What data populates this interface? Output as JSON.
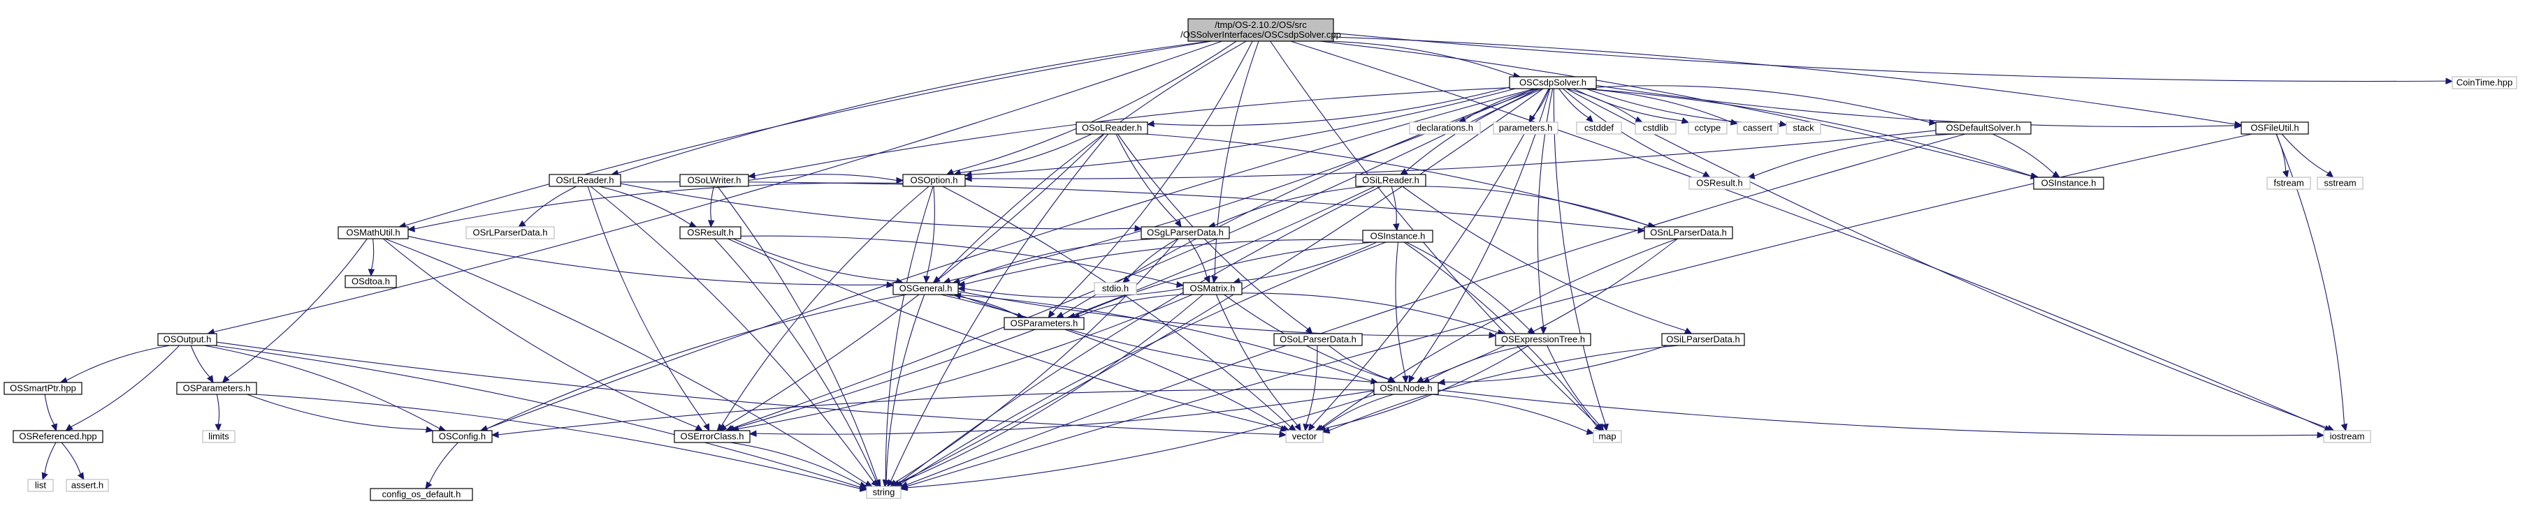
{
  "colors": {
    "edge": "#191970",
    "root_fill": "#bfbfbf",
    "node_border": "#000000",
    "external_border": "#bfbfbf"
  },
  "nodes": [
    {
      "id": "root",
      "lines": [
        "/tmp/OS-2.10.2/OS/src",
        "/OSSolverInterfaces/OSCsdpSolver.cpp"
      ],
      "kind": "root"
    },
    {
      "id": "OSCsdpSolver_h",
      "lines": [
        "OSCsdpSolver.h"
      ],
      "kind": "file"
    },
    {
      "id": "CoinTime_hpp",
      "lines": [
        "CoinTime.hpp"
      ],
      "kind": "ext"
    },
    {
      "id": "OSFileUtil_h",
      "lines": [
        "OSFileUtil.h"
      ],
      "kind": "file"
    },
    {
      "id": "OSMathUtil_h",
      "lines": [
        "OSMathUtil.h"
      ],
      "kind": "file"
    },
    {
      "id": "OSOutput_h",
      "lines": [
        "OSOutput.h"
      ],
      "kind": "file"
    },
    {
      "id": "OSrLReader_h",
      "lines": [
        "OSrLReader.h"
      ],
      "kind": "file"
    },
    {
      "id": "OSoLReader_h",
      "lines": [
        "OSoLReader.h"
      ],
      "kind": "file"
    },
    {
      "id": "OSoLWriter_h",
      "lines": [
        "OSoLWriter.h"
      ],
      "kind": "file"
    },
    {
      "id": "OSOption_h",
      "lines": [
        "OSOption.h"
      ],
      "kind": "file"
    },
    {
      "id": "OSiLReader_h",
      "lines": [
        "OSiLReader.h"
      ],
      "kind": "file"
    },
    {
      "id": "OSDefaultSolver_h",
      "lines": [
        "OSDefaultSolver.h"
      ],
      "kind": "file"
    },
    {
      "id": "OSResult_h_top",
      "lines": [
        "OSResult.h"
      ],
      "kind": "ext"
    },
    {
      "id": "OSInstance_h_top",
      "lines": [
        "OSInstance.h"
      ],
      "kind": "file"
    },
    {
      "id": "declarations_h",
      "lines": [
        "declarations.h"
      ],
      "kind": "ext"
    },
    {
      "id": "parameters_h",
      "lines": [
        "parameters.h"
      ],
      "kind": "ext"
    },
    {
      "id": "cstddef",
      "lines": [
        "cstddef"
      ],
      "kind": "ext"
    },
    {
      "id": "cstdlib",
      "lines": [
        "cstdlib"
      ],
      "kind": "ext"
    },
    {
      "id": "cctype",
      "lines": [
        "cctype"
      ],
      "kind": "ext"
    },
    {
      "id": "cassert",
      "lines": [
        "cassert"
      ],
      "kind": "ext"
    },
    {
      "id": "stack",
      "lines": [
        "stack"
      ],
      "kind": "ext"
    },
    {
      "id": "fstream",
      "lines": [
        "fstream"
      ],
      "kind": "ext"
    },
    {
      "id": "sstream",
      "lines": [
        "sstream"
      ],
      "kind": "ext"
    },
    {
      "id": "OSrLParserData_h",
      "lines": [
        "OSrLParserData.h"
      ],
      "kind": "ext"
    },
    {
      "id": "OSResult_h",
      "lines": [
        "OSResult.h"
      ],
      "kind": "file"
    },
    {
      "id": "OSgLParserData_h",
      "lines": [
        "OSgLParserData.h"
      ],
      "kind": "file"
    },
    {
      "id": "OSInstance_h",
      "lines": [
        "OSInstance.h"
      ],
      "kind": "file"
    },
    {
      "id": "OSnLParserData_h",
      "lines": [
        "OSnLParserData.h"
      ],
      "kind": "file"
    },
    {
      "id": "OSdtoa_h",
      "lines": [
        "OSdtoa.h"
      ],
      "kind": "file"
    },
    {
      "id": "OSGeneral_h",
      "lines": [
        "OSGeneral.h"
      ],
      "kind": "file"
    },
    {
      "id": "stdio_h",
      "lines": [
        "stdio.h"
      ],
      "kind": "ext"
    },
    {
      "id": "OSMatrix_h",
      "lines": [
        "OSMatrix.h"
      ],
      "kind": "file"
    },
    {
      "id": "OSParameters_h_mid",
      "lines": [
        "OSParameters.h"
      ],
      "kind": "file"
    },
    {
      "id": "OSoLParserData_h",
      "lines": [
        "OSoLParserData.h"
      ],
      "kind": "file"
    },
    {
      "id": "OSExpressionTree_h",
      "lines": [
        "OSExpressionTree.h"
      ],
      "kind": "file"
    },
    {
      "id": "OSiLParserData_h",
      "lines": [
        "OSiLParserData.h"
      ],
      "kind": "file"
    },
    {
      "id": "OSSmartPtr_hpp",
      "lines": [
        "OSSmartPtr.hpp"
      ],
      "kind": "file"
    },
    {
      "id": "OSParameters_h",
      "lines": [
        "OSParameters.h"
      ],
      "kind": "file"
    },
    {
      "id": "OSnLNode_h",
      "lines": [
        "OSnLNode.h"
      ],
      "kind": "file"
    },
    {
      "id": "OSReferenced_hpp",
      "lines": [
        "OSReferenced.hpp"
      ],
      "kind": "file"
    },
    {
      "id": "limits",
      "lines": [
        "limits"
      ],
      "kind": "ext"
    },
    {
      "id": "OSConfig_h",
      "lines": [
        "OSConfig.h"
      ],
      "kind": "file"
    },
    {
      "id": "OSErrorClass_h",
      "lines": [
        "OSErrorClass.h"
      ],
      "kind": "file"
    },
    {
      "id": "vector",
      "lines": [
        "vector"
      ],
      "kind": "ext"
    },
    {
      "id": "map",
      "lines": [
        "map"
      ],
      "kind": "ext"
    },
    {
      "id": "iostream",
      "lines": [
        "iostream"
      ],
      "kind": "ext"
    },
    {
      "id": "list",
      "lines": [
        "list"
      ],
      "kind": "ext"
    },
    {
      "id": "assert_h",
      "lines": [
        "assert.h"
      ],
      "kind": "ext"
    },
    {
      "id": "config_os_default_h",
      "lines": [
        "config_os_default.h"
      ],
      "kind": "file"
    },
    {
      "id": "string",
      "lines": [
        "string"
      ],
      "kind": "ext"
    }
  ],
  "edges": [
    [
      "root",
      "OSCsdpSolver_h"
    ],
    [
      "root",
      "CoinTime_hpp"
    ],
    [
      "root",
      "OSFileUtil_h"
    ],
    [
      "root",
      "OSMathUtil_h"
    ],
    [
      "root",
      "OSOutput_h"
    ],
    [
      "root",
      "OSrLReader_h"
    ],
    [
      "root",
      "OSOption_h"
    ],
    [
      "root",
      "OSGeneral_h"
    ],
    [
      "root",
      "OSParameters_h_mid"
    ],
    [
      "root",
      "OSMatrix_h"
    ],
    [
      "root",
      "OSInstance_h_top"
    ],
    [
      "root",
      "map"
    ],
    [
      "root",
      "iostream"
    ],
    [
      "OSCsdpSolver_h",
      "declarations_h"
    ],
    [
      "OSCsdpSolver_h",
      "parameters_h"
    ],
    [
      "OSCsdpSolver_h",
      "cstddef"
    ],
    [
      "OSCsdpSolver_h",
      "cstdlib"
    ],
    [
      "OSCsdpSolver_h",
      "cctype"
    ],
    [
      "OSCsdpSolver_h",
      "cassert"
    ],
    [
      "OSCsdpSolver_h",
      "stack"
    ],
    [
      "OSCsdpSolver_h",
      "OSDefaultSolver_h"
    ],
    [
      "OSCsdpSolver_h",
      "OSFileUtil_h"
    ],
    [
      "OSCsdpSolver_h",
      "OSInstance_h_top"
    ],
    [
      "OSCsdpSolver_h",
      "OSResult_h_top"
    ],
    [
      "OSCsdpSolver_h",
      "OSoLReader_h"
    ],
    [
      "OSCsdpSolver_h",
      "OSoLWriter_h"
    ],
    [
      "OSCsdpSolver_h",
      "OSOption_h"
    ],
    [
      "OSCsdpSolver_h",
      "OSiLReader_h"
    ],
    [
      "OSCsdpSolver_h",
      "OSGeneral_h"
    ],
    [
      "OSCsdpSolver_h",
      "OSConfig_h"
    ],
    [
      "OSCsdpSolver_h",
      "OSErrorClass_h"
    ],
    [
      "OSCsdpSolver_h",
      "OSParameters_h_mid"
    ],
    [
      "OSCsdpSolver_h",
      "OSnLNode_h"
    ],
    [
      "OSCsdpSolver_h",
      "OSExpressionTree_h"
    ],
    [
      "OSCsdpSolver_h",
      "vector"
    ],
    [
      "OSCsdpSolver_h",
      "map"
    ],
    [
      "OSCsdpSolver_h",
      "string"
    ],
    [
      "OSCsdpSolver_h",
      "iostream"
    ],
    [
      "OSFileUtil_h",
      "fstream"
    ],
    [
      "OSFileUtil_h",
      "sstream"
    ],
    [
      "OSFileUtil_h",
      "iostream"
    ],
    [
      "OSFileUtil_h",
      "string"
    ],
    [
      "OSDefaultSolver_h",
      "OSOption_h"
    ],
    [
      "OSDefaultSolver_h",
      "OSResult_h_top"
    ],
    [
      "OSDefaultSolver_h",
      "OSInstance_h_top"
    ],
    [
      "OSDefaultSolver_h",
      "string"
    ],
    [
      "OSoLReader_h",
      "OSOption_h"
    ],
    [
      "OSoLReader_h",
      "OSgLParserData_h"
    ],
    [
      "OSoLReader_h",
      "OSnLParserData_h"
    ],
    [
      "OSoLReader_h",
      "OSoLParserData_h"
    ],
    [
      "OSoLReader_h",
      "OSErrorClass_h"
    ],
    [
      "OSoLReader_h",
      "string"
    ],
    [
      "OSoLWriter_h",
      "OSOption_h"
    ],
    [
      "OSoLWriter_h",
      "OSResult_h"
    ],
    [
      "OSoLWriter_h",
      "string"
    ],
    [
      "OSrLReader_h",
      "OSrLParserData_h"
    ],
    [
      "OSrLReader_h",
      "OSResult_h"
    ],
    [
      "OSrLReader_h",
      "OSgLParserData_h"
    ],
    [
      "OSrLReader_h",
      "OSnLParserData_h"
    ],
    [
      "OSrLReader_h",
      "OSErrorClass_h"
    ],
    [
      "OSrLReader_h",
      "string"
    ],
    [
      "OSOption_h",
      "OSMathUtil_h"
    ],
    [
      "OSOption_h",
      "OSGeneral_h"
    ],
    [
      "OSOption_h",
      "OSErrorClass_h"
    ],
    [
      "OSOption_h",
      "vector"
    ],
    [
      "OSOption_h",
      "string"
    ],
    [
      "OSiLReader_h",
      "OSInstance_h"
    ],
    [
      "OSiLReader_h",
      "OSgLParserData_h"
    ],
    [
      "OSiLReader_h",
      "OSnLParserData_h"
    ],
    [
      "OSiLReader_h",
      "OSiLParserData_h"
    ],
    [
      "OSiLReader_h",
      "OSErrorClass_h"
    ],
    [
      "OSiLReader_h",
      "string"
    ],
    [
      "OSMathUtil_h",
      "OSdtoa_h"
    ],
    [
      "OSMathUtil_h",
      "OSGeneral_h"
    ],
    [
      "OSMathUtil_h",
      "OSParameters_h"
    ],
    [
      "OSMathUtil_h",
      "OSErrorClass_h"
    ],
    [
      "OSMathUtil_h",
      "string"
    ],
    [
      "OSResult_h",
      "OSGeneral_h"
    ],
    [
      "OSResult_h",
      "OSMatrix_h"
    ],
    [
      "OSResult_h",
      "vector"
    ],
    [
      "OSResult_h",
      "string"
    ],
    [
      "OSgLParserData_h",
      "OSGeneral_h"
    ],
    [
      "OSgLParserData_h",
      "OSMatrix_h"
    ],
    [
      "OSgLParserData_h",
      "stdio_h"
    ],
    [
      "OSgLParserData_h",
      "string"
    ],
    [
      "OSInstance_h",
      "OSGeneral_h"
    ],
    [
      "OSInstance_h",
      "OSMatrix_h"
    ],
    [
      "OSInstance_h",
      "OSParameters_h_mid"
    ],
    [
      "OSInstance_h",
      "OSExpressionTree_h"
    ],
    [
      "OSInstance_h",
      "OSnLNode_h"
    ],
    [
      "OSInstance_h",
      "map"
    ],
    [
      "OSInstance_h",
      "string"
    ],
    [
      "OSnLParserData_h",
      "OSnLNode_h"
    ],
    [
      "OSnLParserData_h",
      "vector"
    ],
    [
      "OSGeneral_h",
      "OSParameters_h_mid"
    ],
    [
      "OSGeneral_h",
      "OSConfig_h"
    ],
    [
      "OSGeneral_h",
      "OSnLNode_h"
    ],
    [
      "OSGeneral_h",
      "OSExpressionTree_h"
    ],
    [
      "OSGeneral_h",
      "vector"
    ],
    [
      "OSGeneral_h",
      "string"
    ],
    [
      "OSMatrix_h",
      "OSGeneral_h"
    ],
    [
      "OSMatrix_h",
      "OSParameters_h_mid"
    ],
    [
      "OSMatrix_h",
      "OSExpressionTree_h"
    ],
    [
      "OSMatrix_h",
      "OSnLNode_h"
    ],
    [
      "OSMatrix_h",
      "OSErrorClass_h"
    ],
    [
      "OSMatrix_h",
      "vector"
    ],
    [
      "OSMatrix_h",
      "string"
    ],
    [
      "OSoLParserData_h",
      "OSnLNode_h"
    ],
    [
      "OSoLParserData_h",
      "vector"
    ],
    [
      "OSExpressionTree_h",
      "OSnLNode_h"
    ],
    [
      "OSExpressionTree_h",
      "vector"
    ],
    [
      "OSExpressionTree_h",
      "map"
    ],
    [
      "OSiLParserData_h",
      "OSnLNode_h"
    ],
    [
      "OSiLParserData_h",
      "vector"
    ],
    [
      "OSnLNode_h",
      "OSGeneral_h"
    ],
    [
      "OSnLNode_h",
      "OSConfig_h"
    ],
    [
      "OSnLNode_h",
      "OSErrorClass_h"
    ],
    [
      "OSnLNode_h",
      "vector"
    ],
    [
      "OSnLNode_h",
      "map"
    ],
    [
      "OSnLNode_h",
      "iostream"
    ],
    [
      "OSnLNode_h",
      "string"
    ],
    [
      "OSOutput_h",
      "OSSmartPtr_hpp"
    ],
    [
      "OSOutput_h",
      "OSReferenced_hpp"
    ],
    [
      "OSOutput_h",
      "OSParameters_h"
    ],
    [
      "OSOutput_h",
      "OSConfig_h"
    ],
    [
      "OSOutput_h",
      "vector"
    ],
    [
      "OSOutput_h",
      "string"
    ],
    [
      "OSSmartPtr_hpp",
      "OSReferenced_hpp"
    ],
    [
      "OSParameters_h",
      "limits"
    ],
    [
      "OSParameters_h",
      "OSConfig_h"
    ],
    [
      "OSParameters_h",
      "string"
    ],
    [
      "OSReferenced_hpp",
      "list"
    ],
    [
      "OSReferenced_hpp",
      "assert_h"
    ],
    [
      "OSConfig_h",
      "config_os_default_h"
    ],
    [
      "OSErrorClass_h",
      "string"
    ]
  ]
}
